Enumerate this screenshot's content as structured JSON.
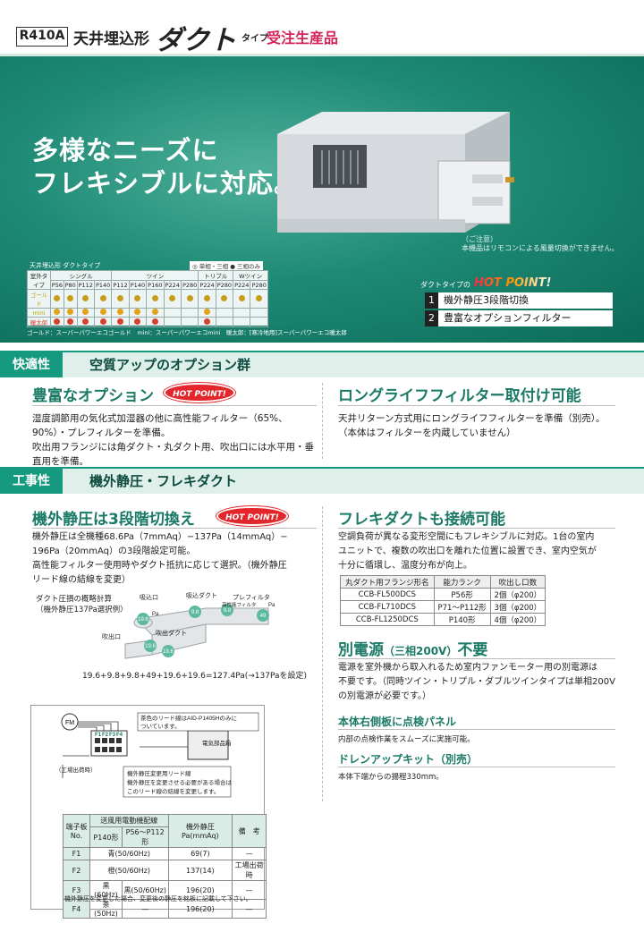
{
  "header": {
    "badge": "R410A",
    "t1": "天井埋込形",
    "t2": "ダクト",
    "t3": "タイプ",
    "t4": "受注生産品"
  },
  "hero": {
    "headline1": "多様なニーズに",
    "headline2": "フレキシブルに対応。",
    "note1": "（ご注意）",
    "note2": "本機品はリモコンによる風量切換ができません。",
    "table_title": "天井埋込形 ダクトタイプ",
    "legend": "◎ 単相・三相 ● 三相のみ",
    "groups": [
      "シングル",
      "ツイン",
      "トリプル",
      "Wツイン"
    ],
    "row_header": "室外タイプ",
    "caps": [
      "P56",
      "P80",
      "P112",
      "P140",
      "P112",
      "P140",
      "P160",
      "P224",
      "P280",
      "P224",
      "P280",
      "P224",
      "P280"
    ],
    "rows": [
      {
        "name": "ゴールド",
        "color": "#c89d1b"
      },
      {
        "name": "mini",
        "color": "#c8b000"
      },
      {
        "name": "暖太郎",
        "color": "#d8402e"
      }
    ],
    "footnote": "ゴールド：スーパーパワーエコゴールド　mini：スーパーパワーエコmini　暖太郎：[寒冷地用]スーパーパワーエコ暖太郎",
    "hp_label": "ダクトタイプの",
    "hp_logo": "HOT POINT!",
    "hp_items": [
      {
        "num": "1",
        "text": "機外静圧3段階切換"
      },
      {
        "num": "2",
        "text": "豊富なオプションフィルター"
      }
    ]
  },
  "sec1": {
    "tag": "快適性",
    "title": "空質アップのオプション群",
    "left_head": "豊富なオプション",
    "badge": "HOT POINT!",
    "left_body": [
      "湿度調節用の気化式加湿器の他に高性能フィルター（65%、",
      "90%）・プレフィルターを準備。",
      "吹出用フランジには角ダクト・丸ダクト用、吹出口には水平用・垂",
      "直用を準備。"
    ],
    "right_head": "ロングライフフィルター取付け可能",
    "right_body": [
      "天井リターン方式用にロングライフフィルターを準備（別売）。",
      "（本体はフィルターを内蔵していません）"
    ]
  },
  "sec2": {
    "tag": "工事性",
    "title": "機外静圧・フレキダクト",
    "left_head": "機外静圧は3段階切換え",
    "badge": "HOT POINT!",
    "left_body": [
      "機外静圧は全機種68.6Pa（7mmAq）−137Pa（14mmAq）−",
      "196Pa（20mmAq）の3段階設定可能。",
      "高性能フィルター使用時やダクト抵抗に応じて選択。（機外静圧",
      "リード線の結線を変更）"
    ],
    "diag_cap1": "ダクト圧損の概略計算",
    "diag_cap2": "（機外静圧137Pa選択例）",
    "diag_labels": [
      "吸込口",
      "吸込ダクト",
      "プレフィルタ",
      "高性能フィルタ",
      "吹出口",
      "吹出ダクト"
    ],
    "diag_vals": [
      "19.6",
      "9.8",
      "9.8",
      "49",
      "19.6",
      "19.6"
    ],
    "diag_unit": "Pa",
    "formula": "19.6+9.8+9.8+49+19.6+19.6=127.4Pa(→137Paを設定)",
    "wiring": {
      "fm": "FM",
      "note1": "茶色のリード線はAID-P1405Hのみに",
      "note2": "ついています。",
      "elec": "電気部品箱",
      "fact": "（工場出荷時）",
      "lead_t": "機外静圧変更用リード線",
      "lead1": "機外静圧を変更させる必要がある場合は",
      "lead2": "このリード線の結線を変更します。",
      "terms": [
        "F1",
        "F2",
        "F3",
        "F4"
      ],
      "head": [
        "端子板 No.",
        "送風用電動機配線",
        "",
        "機外静圧 Pa(mmAq)",
        "備　考"
      ],
      "head2": [
        "P140形",
        "P56〜P112形"
      ],
      "rows": [
        [
          "F1",
          "青(50/60Hz)",
          "",
          "69(7)",
          "—"
        ],
        [
          "F2",
          "橙(50/60Hz)",
          "",
          "137(14)",
          "工場出荷時"
        ],
        [
          "F3",
          "黒(60Hz)",
          "黒(50/60Hz)",
          "196(20)",
          "—"
        ],
        [
          "F4",
          "茶(50Hz)",
          "—",
          "196(20)",
          "—"
        ]
      ],
      "foot": "機外静圧を変更した場合、変更後の静圧を銘板に記載して下さい。"
    },
    "right_head": "フレキダクトも接続可能",
    "right_body": [
      "空調負荷が異なる変形空間にもフレキシブルに対応。1台の室内",
      "ユニットで、複数の吹出口を離れた位置に設置でき、室内空気が",
      "十分に循環し、温度分布が向上。"
    ],
    "duct_head": [
      "丸ダクト用フランジ形名",
      "能力ランク",
      "吹出し口数"
    ],
    "duct_rows": [
      [
        "CCB-FL500DCS",
        "P56形",
        "2個（φ200）"
      ],
      [
        "CCB-FL710DCS",
        "P71〜P112形",
        "3個（φ200）"
      ],
      [
        "CCB-FL1250DCS",
        "P140形",
        "4個（φ200）"
      ]
    ],
    "power_head": "別電源",
    "power_sub": "（三相200V）",
    "power_tail": "不要",
    "power_body": [
      "電源を室外機から取入れるため室内ファンモーター用の別電源は",
      "不要です。（同時ツイン・トリプル・ダブルツインタイプは単相200V",
      "の別電源が必要です。）"
    ],
    "panel_head": "本体右側板に点検パネル",
    "panel_body": "内部の点検作業をスムーズに実施可能。",
    "drain_head": "ドレンアップキット（別売）",
    "drain_body": "本体下端からの揚程330mm。"
  }
}
